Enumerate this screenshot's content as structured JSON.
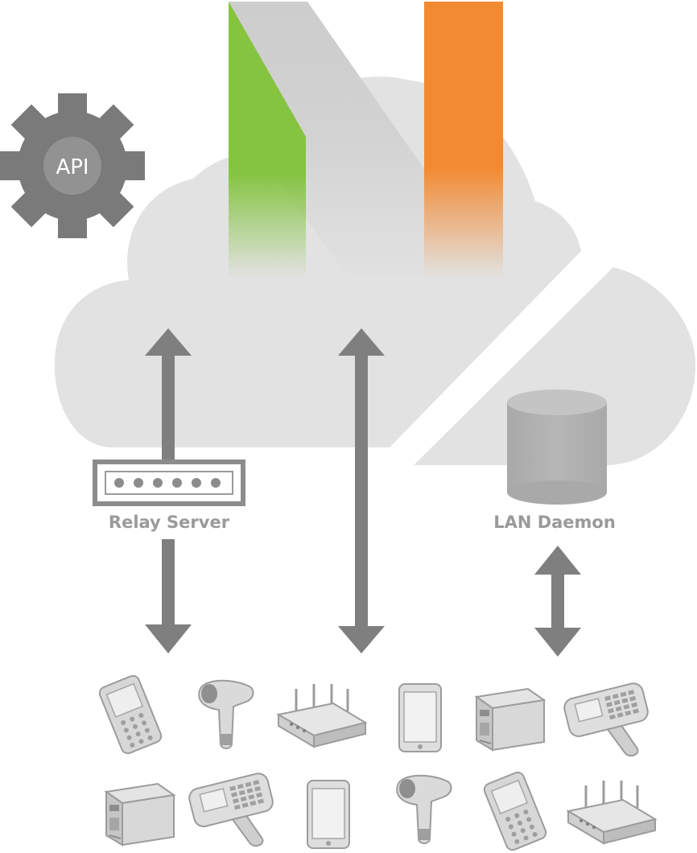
{
  "api": {
    "label": "API"
  },
  "relay_server": {
    "label": "Relay Server"
  },
  "lan_daemon": {
    "label": "LAN Daemon"
  },
  "colors": {
    "cloud": "#e2e2e2",
    "arrow": "#7f7f7f",
    "gear": "#7a7a7a",
    "logo_green": "#84c440",
    "logo_orange": "#f28a32",
    "logo_gray": "#cfcfcf",
    "database": "#b0b0b0",
    "label": "#9a9a9a"
  },
  "devices": {
    "row1": [
      {
        "icon": "mobile-computer-icon"
      },
      {
        "icon": "barcode-scanner-icon"
      },
      {
        "icon": "wireless-access-point-icon"
      },
      {
        "icon": "smartphone-icon"
      },
      {
        "icon": "label-printer-icon"
      },
      {
        "icon": "handheld-terminal-icon"
      }
    ],
    "row2": [
      {
        "icon": "label-printer-icon"
      },
      {
        "icon": "handheld-terminal-icon"
      },
      {
        "icon": "smartphone-icon"
      },
      {
        "icon": "barcode-scanner-icon"
      },
      {
        "icon": "mobile-computer-icon"
      },
      {
        "icon": "wireless-access-point-icon"
      }
    ]
  }
}
